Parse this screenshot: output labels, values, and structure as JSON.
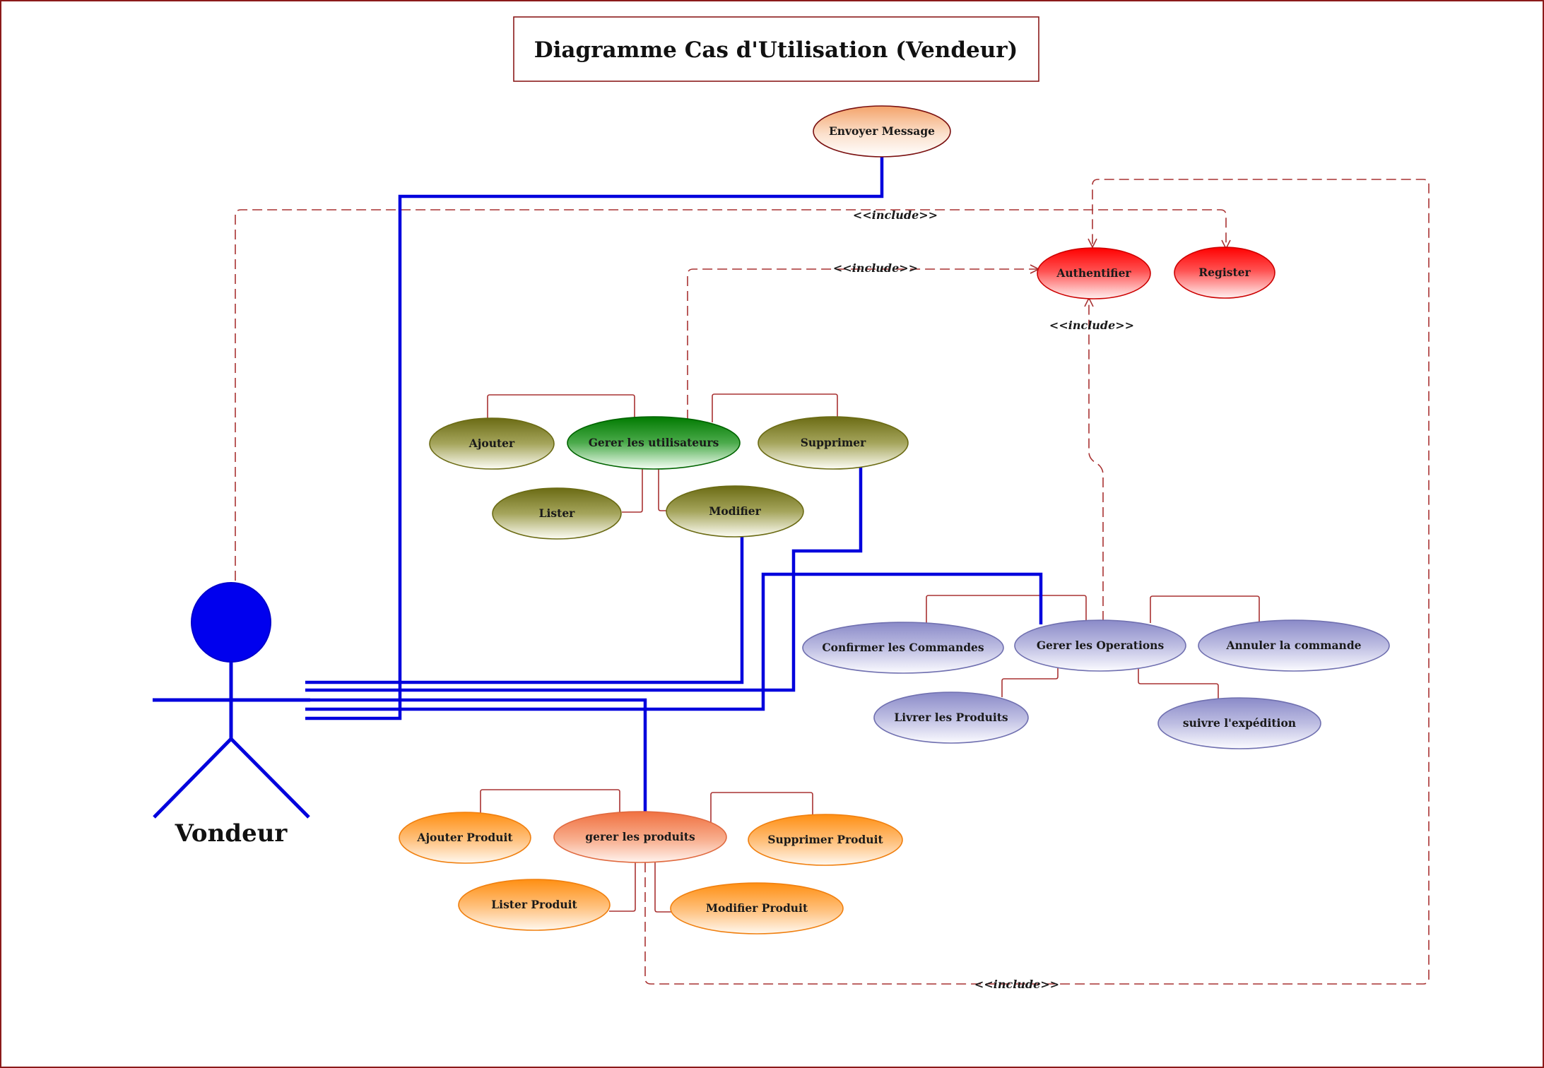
{
  "title": "Diagramme Cas d'Utilisation (Vendeur)",
  "actor": {
    "name": "Vondeur"
  },
  "include_label": "<<include>>",
  "colors": {
    "frame": "#8b1a1a",
    "association": "#0000dd",
    "dependency": "#a83232",
    "green": "#0a7d0a",
    "olive": "#7a7a1e",
    "red": "#ff1a1a",
    "peach": "#f2a66e",
    "orange": "#ff8c1a",
    "salmon": "#f07850",
    "lavender": "#8e8ec8"
  },
  "use_cases": {
    "envoyer": "Envoyer Message",
    "authentifier": "Authentifier",
    "register": "Register",
    "gerer_utilisateurs": "Gerer les utilisateurs",
    "ajouter": "Ajouter",
    "supprimer": "Supprimer",
    "lister": "Lister",
    "modifier": "Modifier",
    "gerer_operations": "Gerer les Operations",
    "confirmer": "Confirmer les Commandes",
    "annuler": "Annuler la commande",
    "livrer": "Livrer les Produits",
    "suivre": "suivre l'expédition",
    "gerer_produits": "gerer les produits",
    "ajouter_produit": "Ajouter Produit",
    "supprimer_produit": "Supprimer Produit",
    "lister_produit": "Lister Produit",
    "modifier_produit": "Modifier Produit"
  }
}
